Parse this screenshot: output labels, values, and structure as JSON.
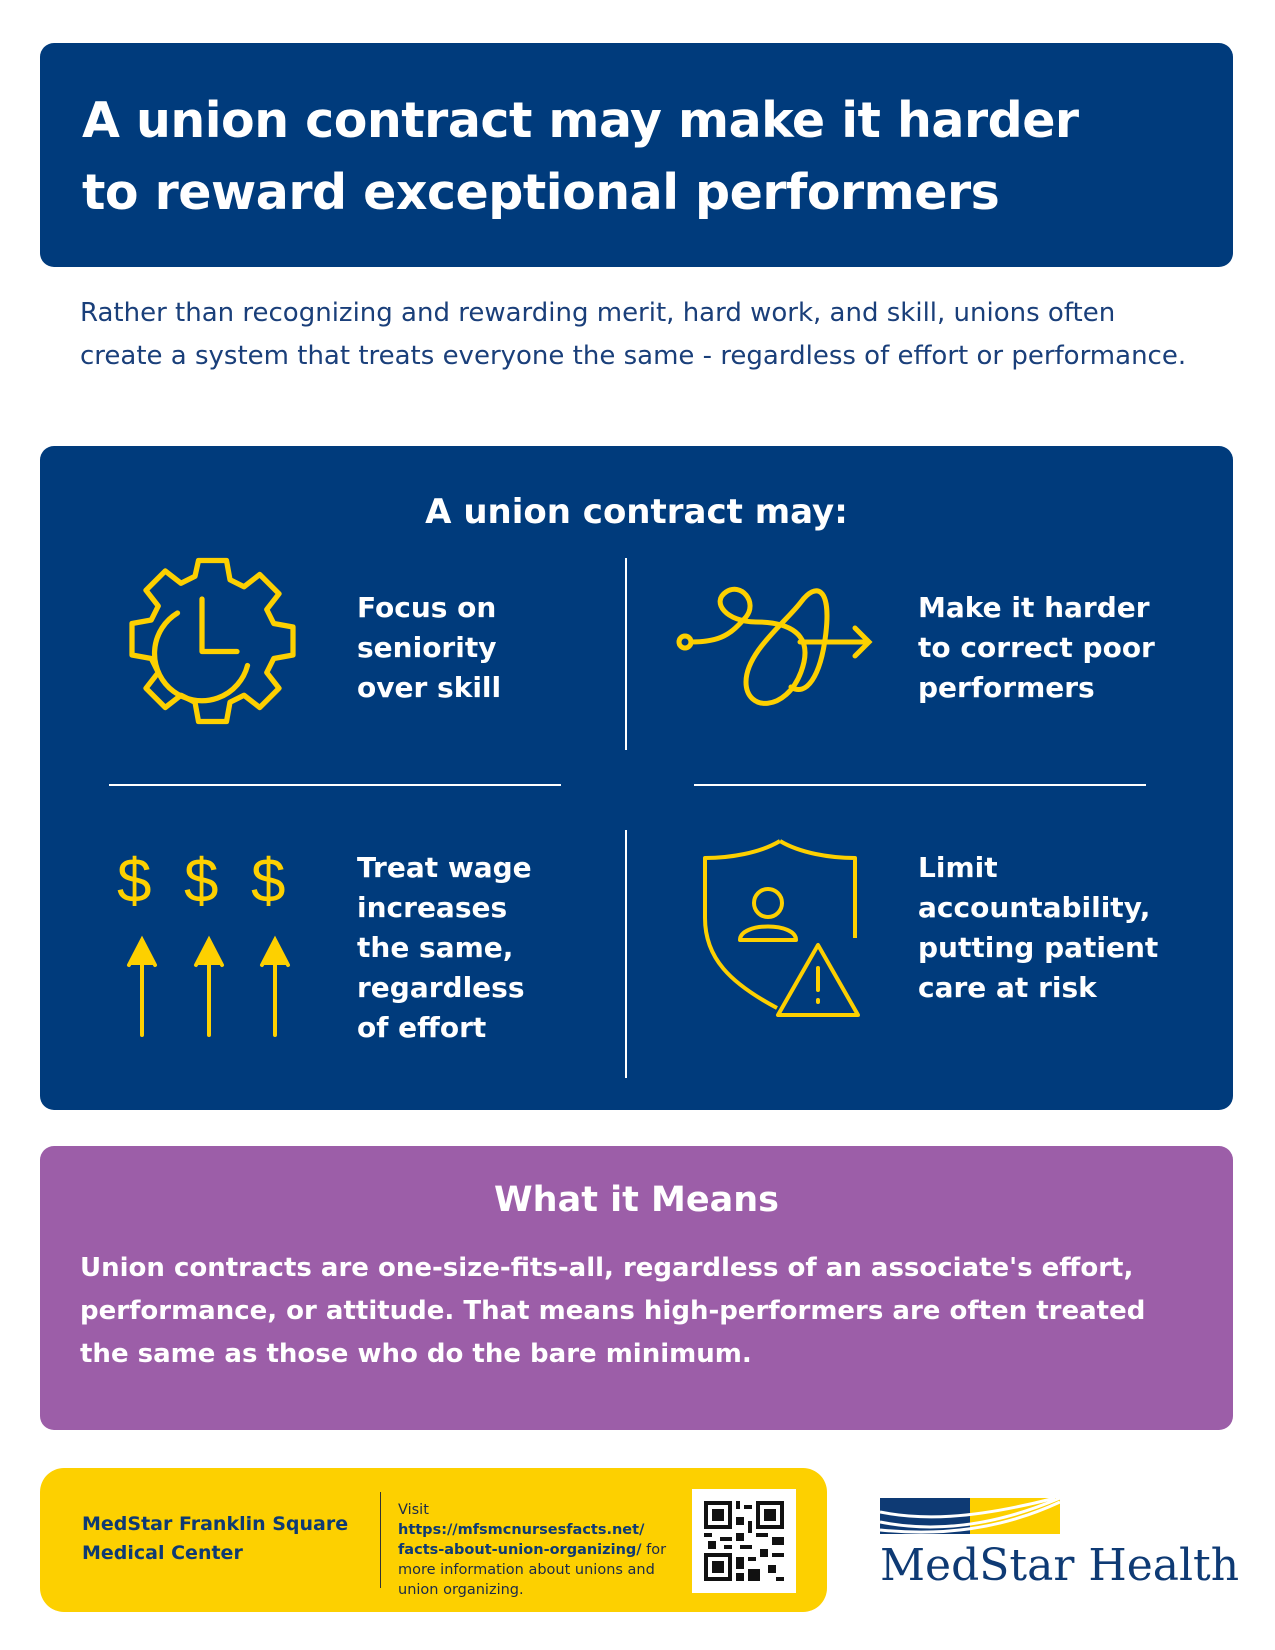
{
  "header": {
    "title_line1": "A union contract may make it harder",
    "title_line2": "to reward exceptional performers"
  },
  "intro": "Rather than recognizing and rewarding merit, hard work, and skill, unions often create a system that treats everyone the same - regardless of effort or performance.",
  "contract": {
    "heading": "A union contract may:",
    "items": [
      {
        "icon": "gear-clock-icon",
        "lines": [
          "Focus on",
          "seniority",
          "over skill"
        ]
      },
      {
        "icon": "tangled-arrow-icon",
        "lines": [
          "Make it harder",
          "to correct poor",
          "performers"
        ]
      },
      {
        "icon": "dollar-up-arrows-icon",
        "lines": [
          "Treat wage",
          "increases",
          "the same,",
          "regardless",
          "of effort"
        ]
      },
      {
        "icon": "shield-person-warning-icon",
        "lines": [
          "Limit",
          "accountability,",
          "putting patient",
          "care at risk"
        ]
      }
    ]
  },
  "means": {
    "title": "What it Means",
    "body": "Union contracts are one-size-fits-all, regardless of an associate's effort, performance, or attitude. That means high-performers are often treated the same as those who do the bare minimum."
  },
  "footer": {
    "org_line1": "MedStar Franklin Square",
    "org_line2": "Medical Center",
    "visit": "Visit",
    "url": "https://mfsmcnursesfacts.net/ facts-about-union-organizing/",
    "after": "for more information about unions and union organizing."
  },
  "logo": {
    "text": "MedStar Health"
  },
  "colors": {
    "navy": "#003b7c",
    "yellow": "#fdd000",
    "purple": "#9c5ea8"
  }
}
